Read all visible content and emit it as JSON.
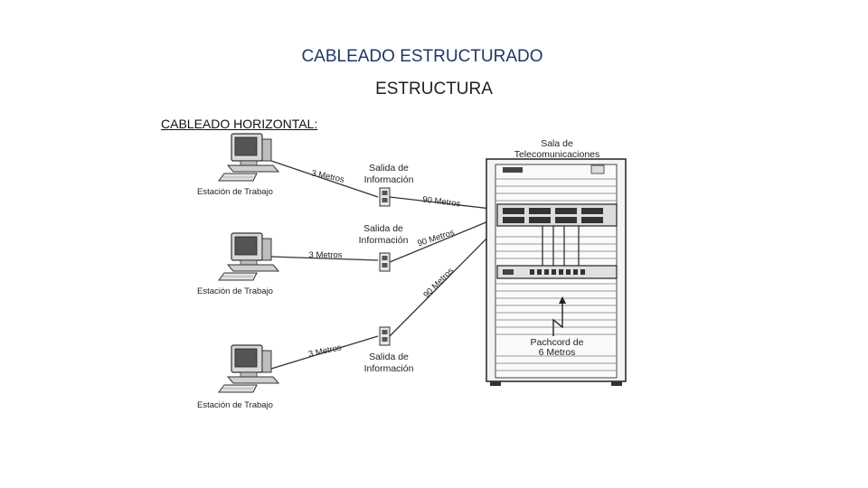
{
  "header": {
    "title": "CABLEADO ESTRUCTURADO",
    "subtitle": "ESTRUCTURA"
  },
  "section": {
    "label": "CABLEADO HORIZONTAL:"
  },
  "diagram": {
    "telecom_room": {
      "title_line1": "Sala de",
      "title_line2": "Telecomunicaciones"
    },
    "workstations": [
      {
        "label": "Estación de Trabajo"
      },
      {
        "label": "Estación de Trabajo"
      },
      {
        "label": "Estación de Trabajo"
      }
    ],
    "outlets": [
      {
        "label_line1": "Salida de",
        "label_line2": "Información"
      },
      {
        "label_line1": "Salida de",
        "label_line2": "Información"
      },
      {
        "label_line1": "Salida de",
        "label_line2": "Información"
      }
    ],
    "cable_labels": {
      "short_1": "3 Metros",
      "short_2": "3 Metros",
      "short_3": "3 Metros",
      "long_1": "90 Metros",
      "long_2": "90 Metros",
      "long_3": "90 Metros"
    },
    "patchcord": {
      "line1": "Pachcord de",
      "line2": "6 Metros"
    }
  }
}
